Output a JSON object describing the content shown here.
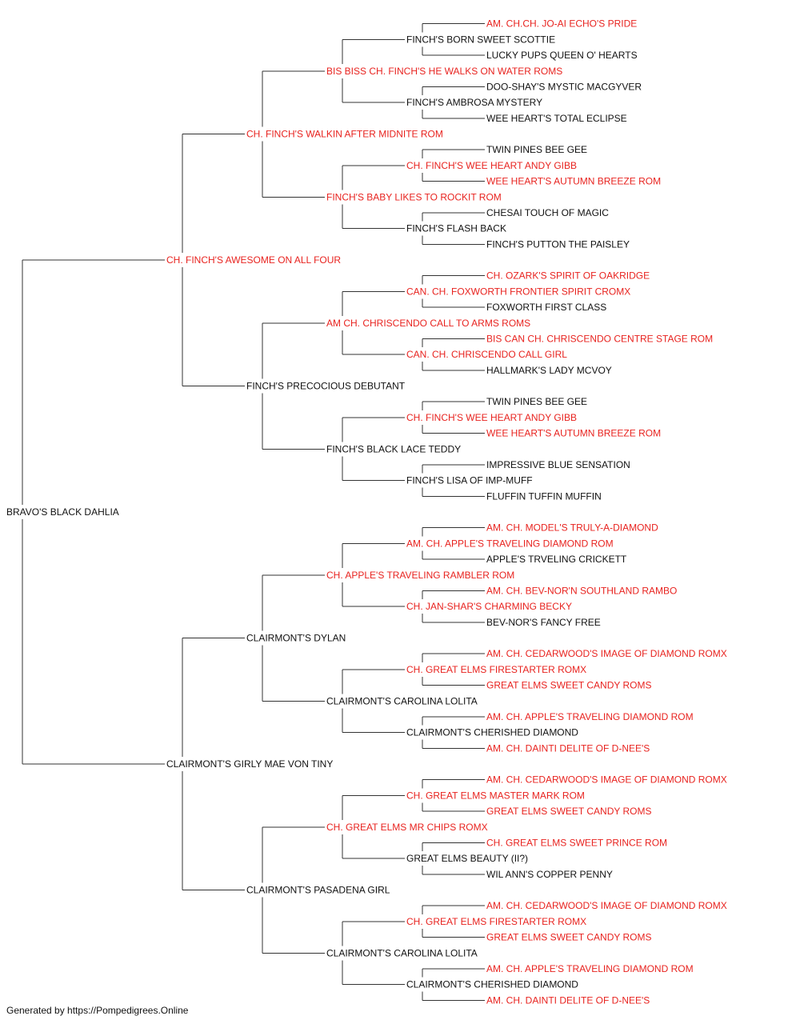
{
  "colors": {
    "champion": "#e8231f",
    "normal": "#111111",
    "line": "#333333"
  },
  "footer": "Generated by https://Pompedigrees.Online",
  "pedigree": {
    "name": "BRAVO'S BLACK DAHLIA",
    "ch": false,
    "sire": {
      "name": "CH. FINCH'S AWESOME ON ALL FOUR",
      "ch": true,
      "sire": {
        "name": "CH. FINCH'S WALKIN AFTER MIDNITE ROM",
        "ch": true,
        "sire": {
          "name": "BIS BISS CH. FINCH'S HE WALKS ON WATER ROMS",
          "ch": true,
          "sire": {
            "name": "FINCH'S BORN SWEET SCOTTIE",
            "ch": false,
            "sire": {
              "name": "AM. CH.CH. JO-AI ECHO'S PRIDE",
              "ch": true
            },
            "dam": {
              "name": "LUCKY PUPS QUEEN O' HEARTS",
              "ch": false
            }
          },
          "dam": {
            "name": "FINCH'S AMBROSA MYSTERY",
            "ch": false,
            "sire": {
              "name": "DOO-SHAY'S MYSTIC MACGYVER",
              "ch": false
            },
            "dam": {
              "name": "WEE HEART'S TOTAL ECLIPSE",
              "ch": false
            }
          }
        },
        "dam": {
          "name": "FINCH'S BABY LIKES TO ROCKIT ROM",
          "ch": true,
          "sire": {
            "name": "CH. FINCH'S WEE HEART ANDY GIBB",
            "ch": true,
            "sire": {
              "name": "TWIN PINES BEE GEE",
              "ch": false
            },
            "dam": {
              "name": "WEE HEART'S AUTUMN BREEZE ROM",
              "ch": true
            }
          },
          "dam": {
            "name": "FINCH'S FLASH BACK",
            "ch": false,
            "sire": {
              "name": "CHESAI TOUCH OF MAGIC",
              "ch": false
            },
            "dam": {
              "name": "FINCH'S PUTTON THE PAISLEY",
              "ch": false
            }
          }
        }
      },
      "dam": {
        "name": "FINCH'S PRECOCIOUS DEBUTANT",
        "ch": false,
        "sire": {
          "name": "AM CH. CHRISCENDO CALL TO ARMS ROMS",
          "ch": true,
          "sire": {
            "name": "CAN. CH. FOXWORTH FRONTIER SPIRIT CROMX",
            "ch": true,
            "sire": {
              "name": "CH. OZARK'S SPIRIT OF OAKRIDGE",
              "ch": true
            },
            "dam": {
              "name": "FOXWORTH FIRST CLASS",
              "ch": false
            }
          },
          "dam": {
            "name": "CAN. CH. CHRISCENDO CALL GIRL",
            "ch": true,
            "sire": {
              "name": "BIS CAN CH. CHRISCENDO CENTRE STAGE ROM",
              "ch": true
            },
            "dam": {
              "name": "HALLMARK'S LADY MCVOY",
              "ch": false
            }
          }
        },
        "dam": {
          "name": "FINCH'S BLACK LACE TEDDY",
          "ch": false,
          "sire": {
            "name": "CH. FINCH'S WEE HEART ANDY GIBB",
            "ch": true,
            "sire": {
              "name": "TWIN PINES BEE GEE",
              "ch": false
            },
            "dam": {
              "name": "WEE HEART'S AUTUMN BREEZE ROM",
              "ch": true
            }
          },
          "dam": {
            "name": "FINCH'S LISA OF IMP-MUFF",
            "ch": false,
            "sire": {
              "name": "IMPRESSIVE BLUE SENSATION",
              "ch": false
            },
            "dam": {
              "name": "FLUFFIN TUFFIN MUFFIN",
              "ch": false
            }
          }
        }
      }
    },
    "dam": {
      "name": "CLAIRMONT'S GIRLY MAE VON TINY",
      "ch": false,
      "sire": {
        "name": "CLAIRMONT'S DYLAN",
        "ch": false,
        "sire": {
          "name": "CH. APPLE'S TRAVELING RAMBLER ROM",
          "ch": true,
          "sire": {
            "name": "AM. CH. APPLE'S TRAVELING DIAMOND ROM",
            "ch": true,
            "sire": {
              "name": "AM. CH. MODEL'S TRULY-A-DIAMOND",
              "ch": true
            },
            "dam": {
              "name": "APPLE'S TRVELING CRICKETT",
              "ch": false
            }
          },
          "dam": {
            "name": "CH. JAN-SHAR'S CHARMING BECKY",
            "ch": true,
            "sire": {
              "name": "AM. CH. BEV-NOR'N SOUTHLAND RAMBO",
              "ch": true
            },
            "dam": {
              "name": "BEV-NOR'S FANCY FREE",
              "ch": false
            }
          }
        },
        "dam": {
          "name": "CLAIRMONT'S CAROLINA LOLITA",
          "ch": false,
          "sire": {
            "name": "CH. GREAT ELMS FIRESTARTER ROMX",
            "ch": true,
            "sire": {
              "name": "AM. CH. CEDARWOOD'S IMAGE OF DIAMOND ROMX",
              "ch": true
            },
            "dam": {
              "name": "GREAT ELMS SWEET CANDY ROMS",
              "ch": true
            }
          },
          "dam": {
            "name": "CLAIRMONT'S CHERISHED DIAMOND",
            "ch": false,
            "sire": {
              "name": "AM. CH. APPLE'S TRAVELING DIAMOND ROM",
              "ch": true
            },
            "dam": {
              "name": "AM. CH. DAINTI DELITE OF D-NEE'S",
              "ch": true
            }
          }
        }
      },
      "dam": {
        "name": "CLAIRMONT'S PASADENA GIRL",
        "ch": false,
        "sire": {
          "name": "CH. GREAT ELMS MR CHIPS ROMX",
          "ch": true,
          "sire": {
            "name": "CH. GREAT ELMS MASTER MARK ROM",
            "ch": true,
            "sire": {
              "name": "AM. CH. CEDARWOOD'S IMAGE OF DIAMOND ROMX",
              "ch": true
            },
            "dam": {
              "name": "GREAT ELMS SWEET CANDY ROMS",
              "ch": true
            }
          },
          "dam": {
            "name": "GREAT ELMS BEAUTY (II?)",
            "ch": false,
            "sire": {
              "name": "CH. GREAT ELMS SWEET PRINCE ROM",
              "ch": true
            },
            "dam": {
              "name": "WIL ANN'S COPPER PENNY",
              "ch": false
            }
          }
        },
        "dam": {
          "name": "CLAIRMONT'S CAROLINA LOLITA",
          "ch": false,
          "sire": {
            "name": "CH. GREAT ELMS FIRESTARTER ROMX",
            "ch": true,
            "sire": {
              "name": "AM. CH. CEDARWOOD'S IMAGE OF DIAMOND ROMX",
              "ch": true
            },
            "dam": {
              "name": "GREAT ELMS SWEET CANDY ROMS",
              "ch": true
            }
          },
          "dam": {
            "name": "CLAIRMONT'S CHERISHED DIAMOND",
            "ch": false,
            "sire": {
              "name": "AM. CH. APPLE'S TRAVELING DIAMOND ROM",
              "ch": true
            },
            "dam": {
              "name": "AM. CH. DAINTI DELITE OF D-NEE'S",
              "ch": true
            }
          }
        }
      }
    }
  }
}
